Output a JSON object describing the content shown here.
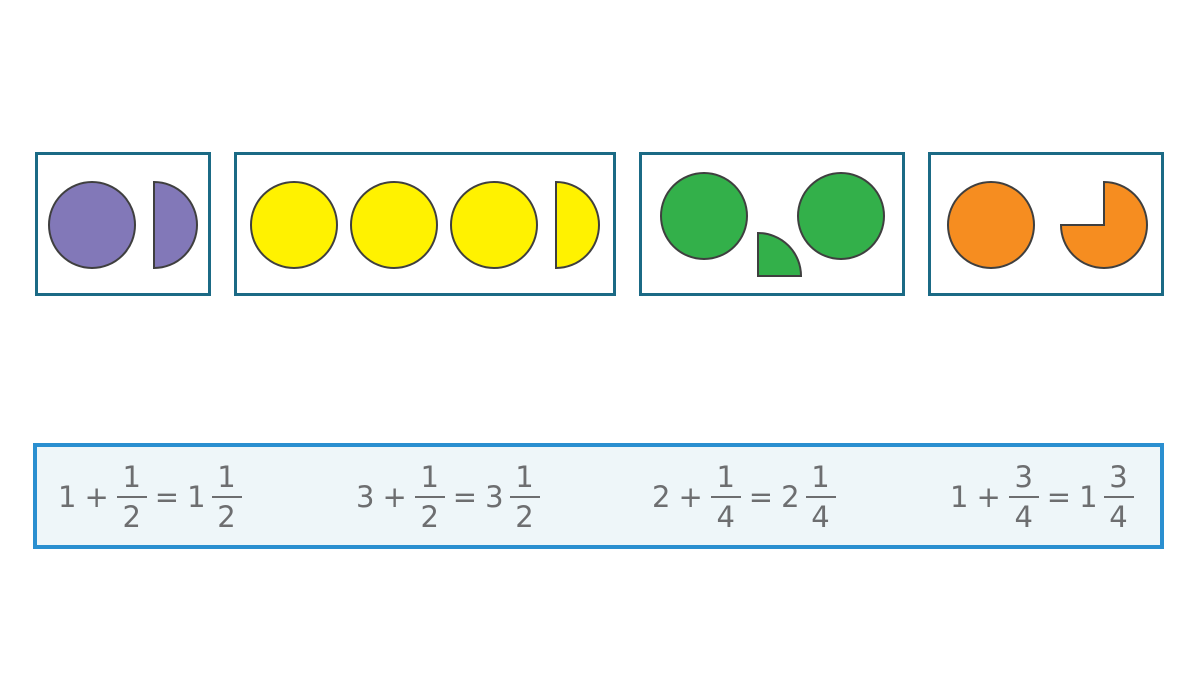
{
  "colors": {
    "panel_border": "#1b6a85",
    "equation_border": "#2a8fd0",
    "equation_background": "#eef6f9",
    "equation_text": "#6d6e70",
    "purple": "#8278b8",
    "yellow": "#fff200",
    "green": "#33b04a",
    "orange": "#f68d20",
    "shape_outline": "#3f3f3f"
  },
  "panels": [
    {
      "shape_color": "purple",
      "whole_circles": 1,
      "fraction_piece": "half"
    },
    {
      "shape_color": "yellow",
      "whole_circles": 3,
      "fraction_piece": "half"
    },
    {
      "shape_color": "green",
      "whole_circles": 2,
      "fraction_piece": "quarter"
    },
    {
      "shape_color": "orange",
      "whole_circles": 1,
      "fraction_piece": "three-quarters"
    }
  ],
  "equations": [
    {
      "whole": "1",
      "plus": "+",
      "num": "1",
      "den": "2",
      "equals": "=",
      "result_whole": "1",
      "result_num": "1",
      "result_den": "2"
    },
    {
      "whole": "3",
      "plus": "+",
      "num": "1",
      "den": "2",
      "equals": "=",
      "result_whole": "3",
      "result_num": "1",
      "result_den": "2"
    },
    {
      "whole": "2",
      "plus": "+",
      "num": "1",
      "den": "4",
      "equals": "=",
      "result_whole": "2",
      "result_num": "1",
      "result_den": "4"
    },
    {
      "whole": "1",
      "plus": "+",
      "num": "3",
      "den": "4",
      "equals": "=",
      "result_whole": "1",
      "result_num": "3",
      "result_den": "4"
    }
  ]
}
